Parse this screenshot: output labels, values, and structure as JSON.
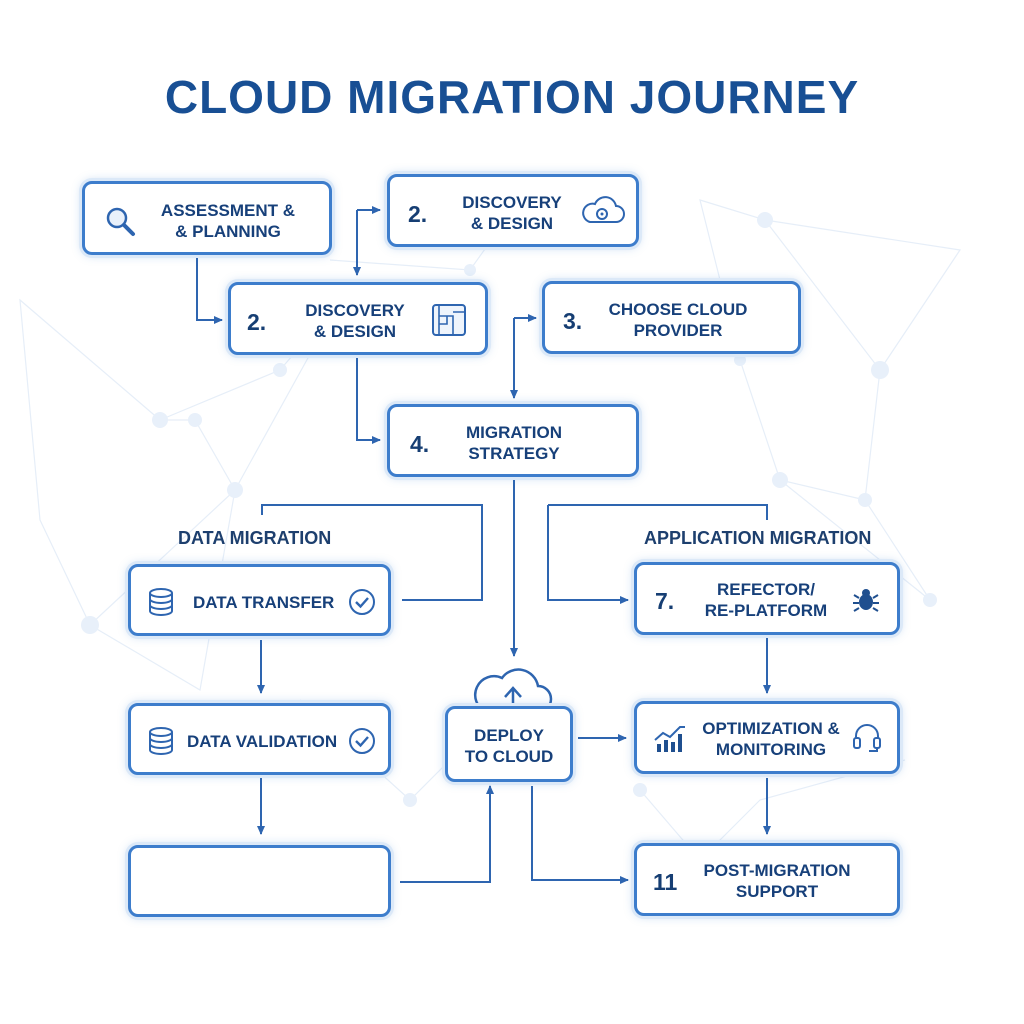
{
  "title": "CLOUD MIGRATION JOURNEY",
  "colors": {
    "border": "#3d7dcc",
    "text": "#17407a",
    "title": "#184f94",
    "line": "#2e65b0"
  },
  "sections": {
    "data": "DATA MIGRATION",
    "application": "APPLICATION MIGRATION"
  },
  "nodes": {
    "assessment": {
      "line1": "ASSESSMENT &",
      "line2": "& PLANNING",
      "icon": "magnifier-icon"
    },
    "discovery_top": {
      "num": "2.",
      "line1": "DISCOVERY",
      "line2": "& DESIGN",
      "icon": "cloud-gear-icon"
    },
    "discovery": {
      "num": "2.",
      "line1": "DISCOVERY",
      "line2": "& DESIGN",
      "icon": "blueprint-icon"
    },
    "provider": {
      "num": "3.",
      "line1": "CHOOSE CLOUD",
      "line2": "PROVIDER"
    },
    "strategy": {
      "num": "4.",
      "line1": "MIGRATION",
      "line2": "STRATEGY"
    },
    "data_transfer": {
      "line1": "DATA TRANSFER",
      "icon": "database-icon",
      "status_icon": "check-circle-icon"
    },
    "data_validation": {
      "line1": "DATA VALIDATION",
      "icon": "database-icon",
      "status_icon": "check-circle-icon"
    },
    "empty": {},
    "deploy": {
      "line1": "DEPLOY",
      "line2": "TO CLOUD",
      "icon": "cloud-upload-icon"
    },
    "refactor": {
      "num": "7.",
      "line1": "REFECTOR/",
      "line2": "RE-PLATFORM",
      "icon": "bug-icon"
    },
    "optimization": {
      "line1": "OPTIMIZATION &",
      "line2": "MONITORING",
      "icon": "bar-chart-icon",
      "icon2": "headset-icon"
    },
    "support": {
      "num": "11",
      "line1": "POST-MIGRATION",
      "line2": "SUPPORT"
    }
  }
}
